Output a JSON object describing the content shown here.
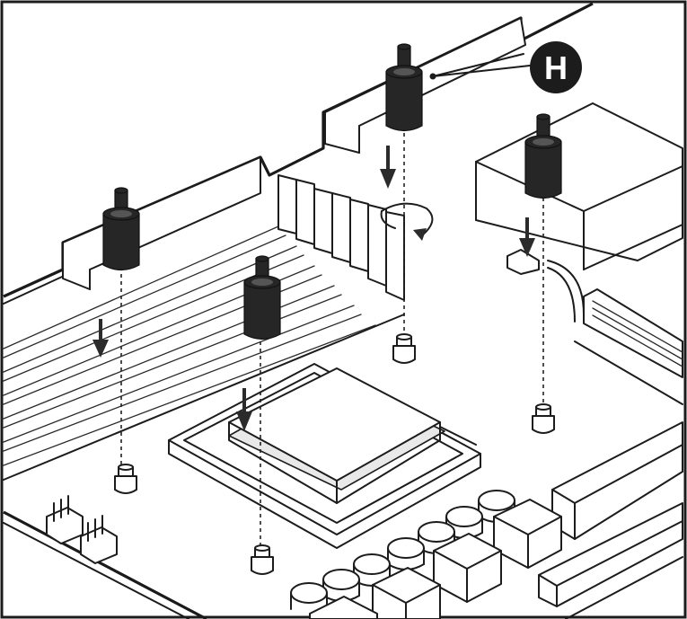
{
  "callout": {
    "letter": "H"
  },
  "colors": {
    "ink": "#1c1c1c",
    "standoff": "#262626",
    "background": "#ffffff"
  },
  "icons": [
    "motherboard-outline",
    "standoff-spacer",
    "down-arrow",
    "screw-mount-hole",
    "rotate-arrow-icon"
  ]
}
